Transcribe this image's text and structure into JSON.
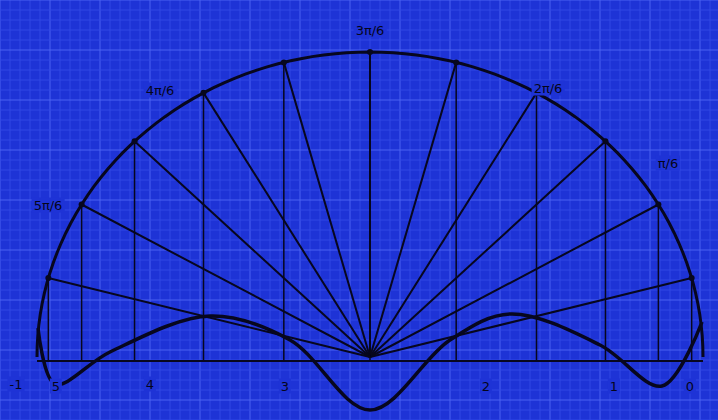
{
  "diagram": {
    "labels": [
      "3π/6",
      "4π/6",
      "2π/6",
      "5π/6",
      "π/6",
      "-1",
      "5",
      "4",
      "3",
      "2",
      "1",
      "0"
    ]
  }
}
